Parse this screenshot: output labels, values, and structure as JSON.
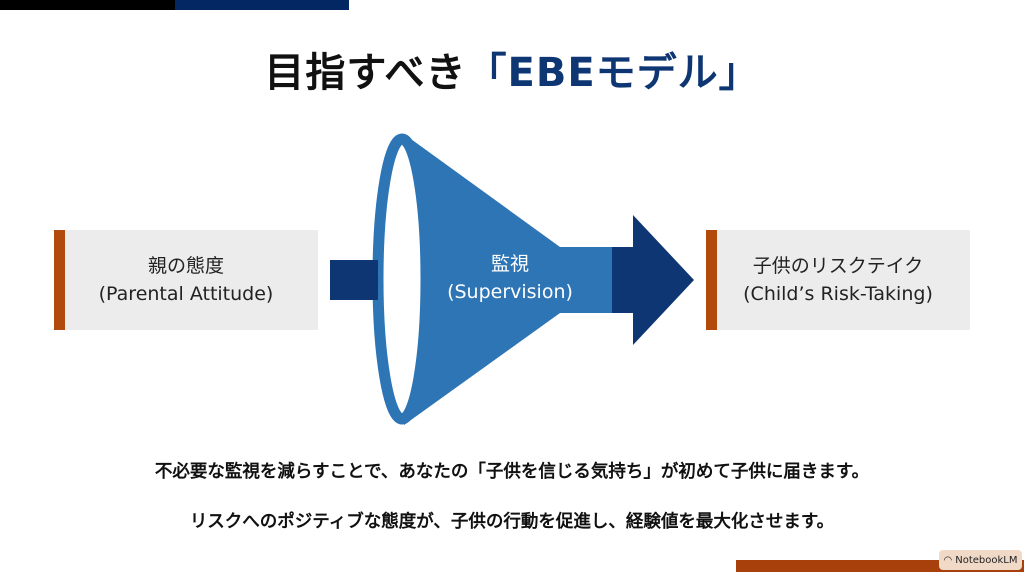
{
  "title": {
    "prefix": "目指すべき",
    "accent": "「EBEモデル」"
  },
  "boxes": {
    "left": {
      "jp": "親の態度",
      "en": "(Parental Attitude)"
    },
    "center": {
      "jp": "監視",
      "en": "(Supervision)"
    },
    "right": {
      "jp": "子供のリスクテイク",
      "en": "(Child’s Risk-Taking)"
    }
  },
  "body": [
    "不必要な監視を減らすことで、あなたの「子供を信じる気持ち」が初めて子供に届きます。",
    "リスクへのポジティブな態度が、子供の行動を促進し、経験値を最大化させます。"
  ],
  "badge": {
    "label": "NotebookLM"
  },
  "colors": {
    "navy": "#0d3673",
    "funnel": "#2e75b6",
    "accent_orange": "#b24a0c"
  }
}
